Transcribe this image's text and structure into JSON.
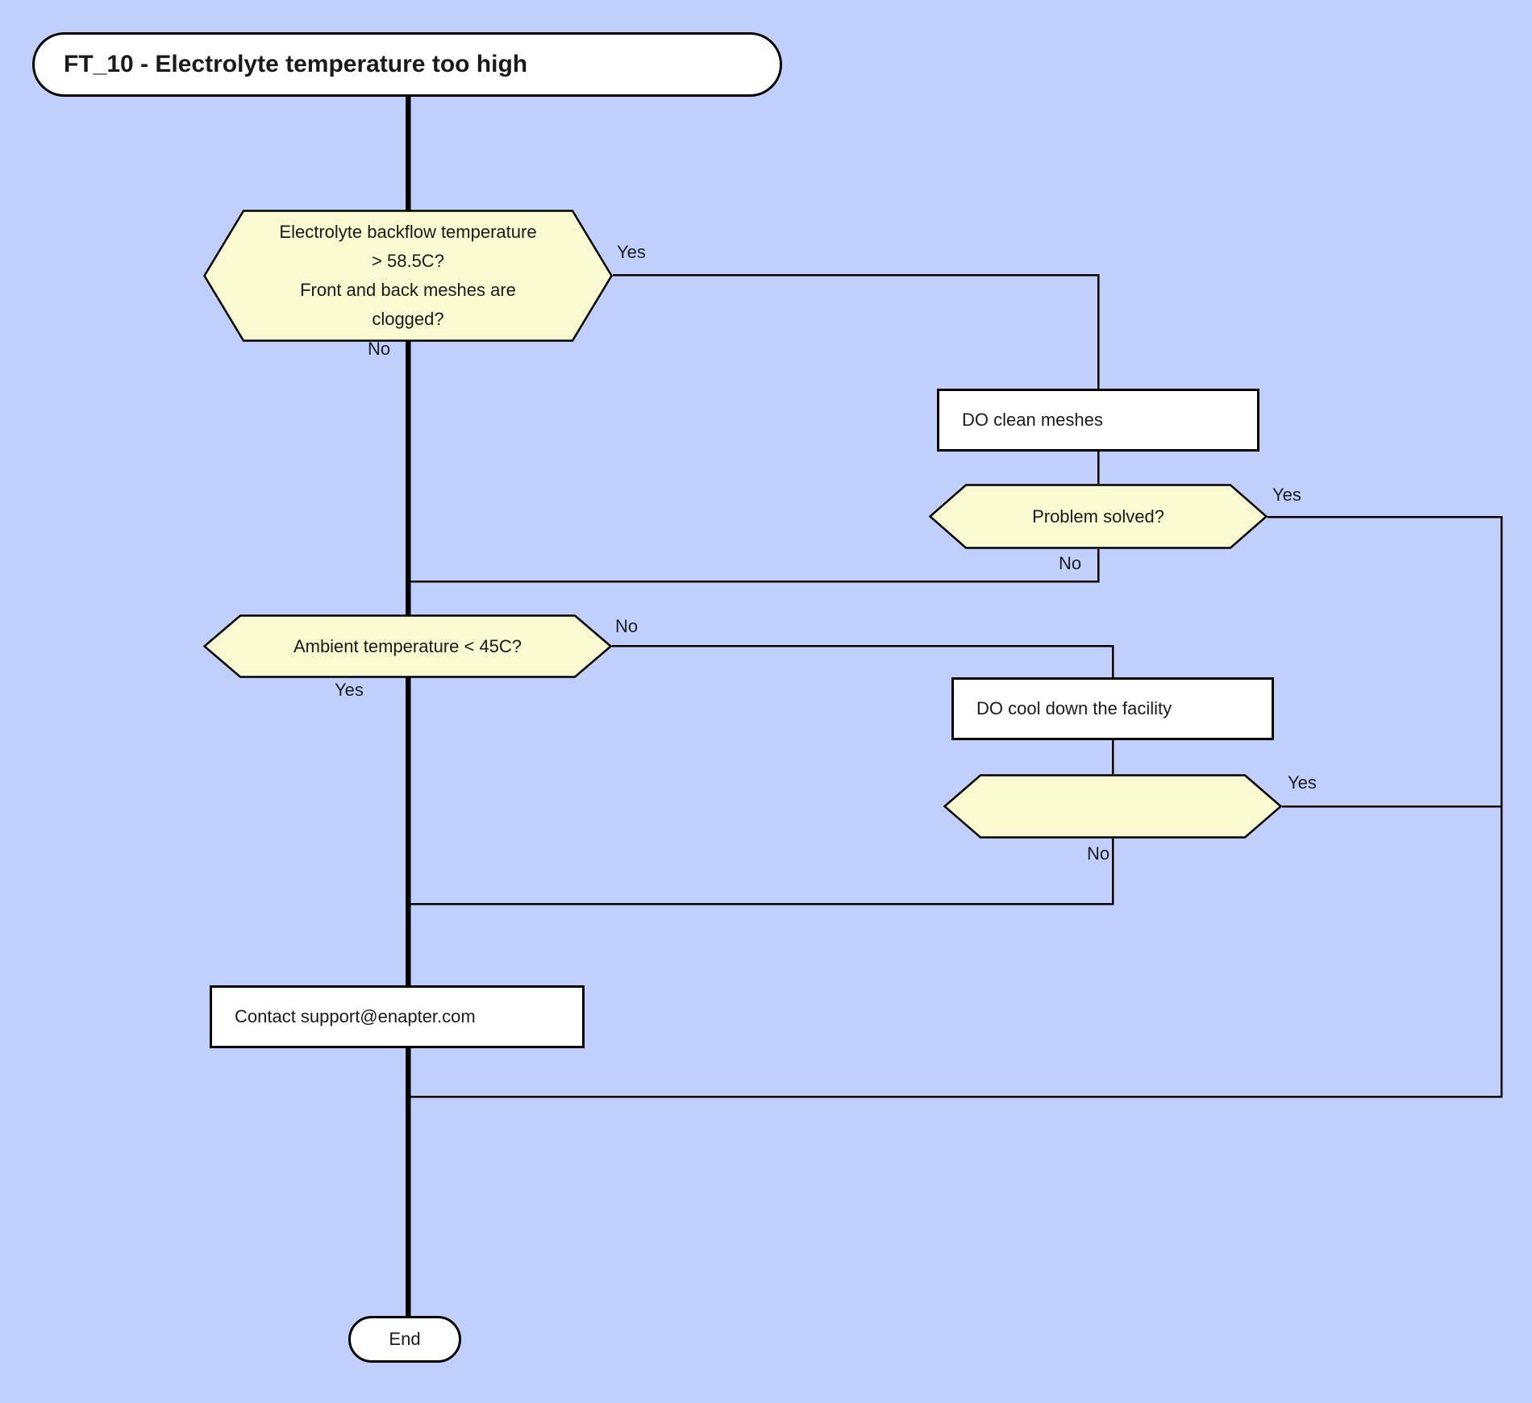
{
  "diagram": {
    "title": "FT_10 - Electrolyte temperature too high",
    "type": "troubleshooting-flowchart"
  },
  "colors": {
    "background": "#c1cffc",
    "decision_fill": "#f9f9d2",
    "process_fill": "#ffffff",
    "line": "#000000"
  },
  "nodes": {
    "start_title": {
      "type": "start",
      "label": "FT_10 - Electrolyte temperature too high"
    },
    "decision_backflow": {
      "type": "decision",
      "label": "Electrolyte backflow temperature\n> 58.5C?\nFront and back meshes are\nclogged?"
    },
    "do_clean_meshes": {
      "type": "process",
      "label": "DO clean meshes"
    },
    "problem_solved_1": {
      "type": "decision",
      "label": "Problem solved?"
    },
    "decision_ambient": {
      "type": "decision",
      "label": "Ambient temperature < 45C?"
    },
    "do_cool_down": {
      "type": "process",
      "label": "DO cool down the facility"
    },
    "contact_support": {
      "type": "process",
      "label": "Contact support@enapter.com"
    },
    "end": {
      "type": "end",
      "label": "End"
    }
  },
  "edges": [
    {
      "from": "decision_backflow",
      "to": "do_clean_meshes",
      "label": "Yes"
    },
    {
      "from": "decision_backflow",
      "to": "decision_ambient",
      "label": "No"
    },
    {
      "from": "problem_solved_1",
      "to": "end",
      "label": "Yes"
    },
    {
      "from": "problem_solved_1",
      "to": "decision_ambient",
      "label": "No"
    },
    {
      "from": "decision_ambient",
      "to": "do_cool_down",
      "label": "No"
    },
    {
      "from": "decision_ambient",
      "to": "contact_support",
      "label": "Yes"
    },
    {
      "from": "problem_solved_2",
      "to": "end",
      "label": "Yes"
    },
    {
      "from": "problem_solved_2",
      "to": "contact_support",
      "label": "No"
    }
  ]
}
